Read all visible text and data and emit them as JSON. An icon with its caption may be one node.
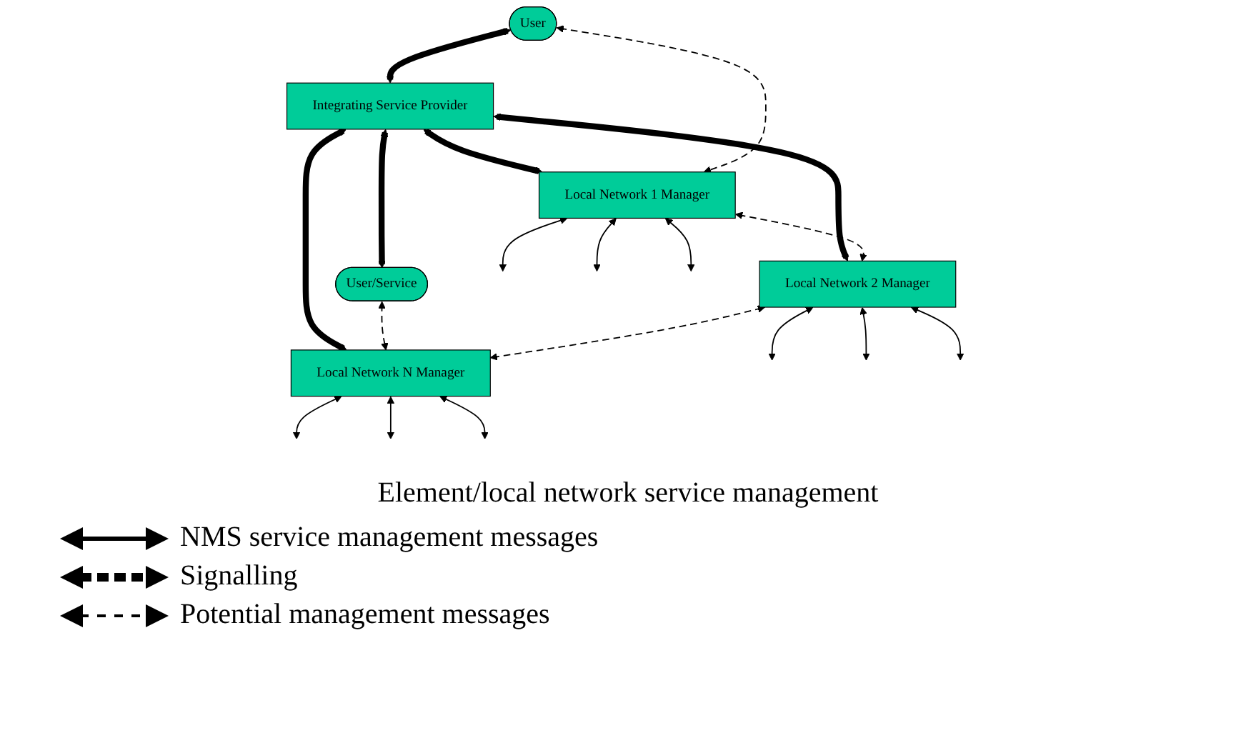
{
  "diagram": {
    "nodes": [
      {
        "text": [
          "User"
        ]
      },
      {
        "text": [
          "Integrating Service Provider"
        ]
      },
      {
        "text": [
          "User/Service"
        ]
      },
      {
        "text": [
          "Local Network 1 Manager"
        ]
      },
      {
        "text": [
          "Local Network 2 Manager"
        ]
      },
      {
        "text": [
          "Local Network N Manager"
        ]
      }
    ],
    "edges": [
      {
        "from": 0,
        "to": 1,
        "arrow": "both",
        "style": "thick"
      },
      {
        "from": 1,
        "to": 2,
        "arrow": "both",
        "style": "thick"
      },
      {
        "from": 1,
        "to": 3,
        "arrow": "both",
        "style": "thick"
      },
      {
        "from": 1,
        "to": 4,
        "arrow": "both",
        "style": "thick"
      },
      {
        "from": 1,
        "to": 5,
        "arrow": "both",
        "style": "thick"
      },
      {
        "from": 0,
        "to": 3,
        "arrow": "both",
        "style": "dashed"
      },
      {
        "from": 2,
        "to": 5,
        "arrow": "both",
        "style": "dashed"
      },
      {
        "from": 3,
        "to": 4,
        "arrow": "both",
        "style": "dashed"
      },
      {
        "from": 4,
        "to": 5,
        "arrow": "both",
        "style": "dashed"
      },
      {
        "from": 3,
        "to": null,
        "arrow": "both"
      },
      {
        "from": 3,
        "to": null,
        "arrow": "both"
      },
      {
        "from": 3,
        "to": null,
        "arrow": "both"
      },
      {
        "from": 4,
        "to": null,
        "arrow": "both"
      },
      {
        "from": 4,
        "to": null,
        "arrow": "both"
      },
      {
        "from": 4,
        "to": null,
        "arrow": "both"
      },
      {
        "from": 5,
        "to": null,
        "arrow": "both"
      },
      {
        "from": 5,
        "to": null,
        "arrow": "both"
      },
      {
        "from": 5,
        "to": null,
        "arrow": "both"
      }
    ],
    "labels": [
      "Element/local network service management"
    ],
    "legend": [
      {
        "text": "NMS service management messages"
      },
      {
        "text": "Signalling"
      },
      {
        "text": "Potential management messages"
      }
    ]
  }
}
